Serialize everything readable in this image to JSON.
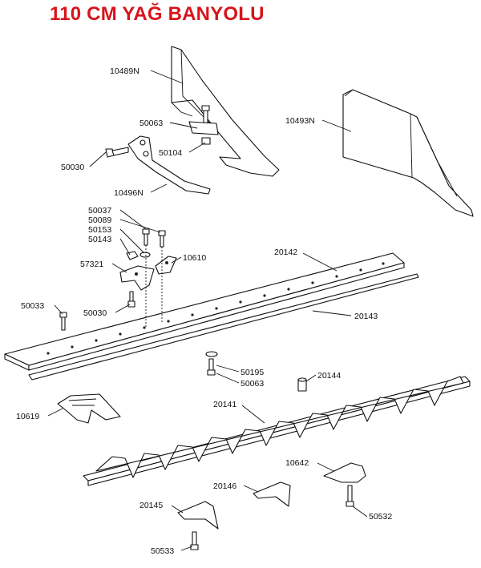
{
  "title": "110 CM YAĞ BANYOLU",
  "colors": {
    "title": "#d8141b",
    "lines": "#111111"
  },
  "parts": {
    "p10489N": "10489N",
    "p50063a": "50063",
    "p50104": "50104",
    "p50030a": "50030",
    "p10496N": "10496N",
    "p10493N": "10493N",
    "p50037": "50037",
    "p50089": "50089",
    "p50153": "50153",
    "p50143": "50143",
    "p57321": "57321",
    "p10610": "10610",
    "p20142": "20142",
    "p50033": "50033",
    "p50030b": "50030",
    "p20143": "20143",
    "p50195": "50195",
    "p50063b": "50063",
    "p20144": "20144",
    "p10619": "10619",
    "p20141": "20141",
    "p10642": "10642",
    "p20146": "20146",
    "p20145": "20145",
    "p50532": "50532",
    "p50533": "50533"
  }
}
